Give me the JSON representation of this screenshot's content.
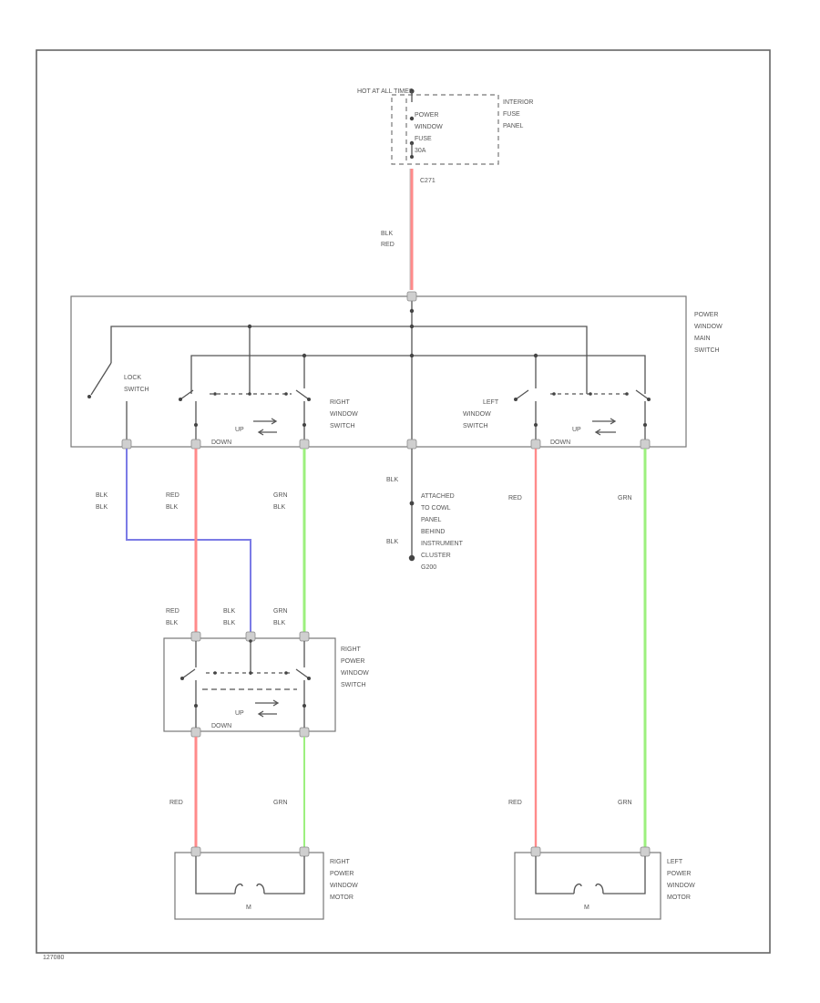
{
  "fuse_panel": {
    "header": "HOT AT ALL TIMES",
    "fuse_lines": [
      "POWER",
      "WINDOW",
      "FUSE",
      "30A"
    ],
    "panel_lines": [
      "INTERIOR",
      "FUSE",
      "PANEL"
    ],
    "terminal_id": "C271"
  },
  "feed_wire": {
    "lines": [
      "BLK",
      "RED"
    ]
  },
  "master_switch": {
    "name_lines": [
      "POWER",
      "WINDOW",
      "MAIN",
      "SWITCH"
    ],
    "lock_switch_lines": [
      "LOCK",
      "SWITCH"
    ],
    "right_label_lines": [
      "RIGHT",
      "WINDOW",
      "SWITCH"
    ],
    "left_label_lines": [
      "LEFT",
      "WINDOW",
      "SWITCH"
    ],
    "up": "UP",
    "down": "DOWN"
  },
  "wires": {
    "lock_blk": [
      "BLK",
      "BLK"
    ],
    "right_red": [
      "RED",
      "BLK"
    ],
    "right_grn": [
      "GRN",
      "BLK"
    ],
    "ground_top": "BLK",
    "ground_bottom": "BLK",
    "left_red": "RED",
    "left_grn": "GRN",
    "rps_red": [
      "RED",
      "BLK"
    ],
    "rps_blk": [
      "BLK",
      "BLK"
    ],
    "rps_grn": [
      "GRN",
      "BLK"
    ],
    "rm_red": "RED",
    "rm_grn": "GRN",
    "lm_red": "RED",
    "lm_grn": "GRN"
  },
  "ground": {
    "lines": [
      "ATTACHED",
      "TO COWL",
      "PANEL",
      "BEHIND",
      "INSTRUMENT",
      "CLUSTER",
      "G200"
    ]
  },
  "right_power_switch": {
    "name_lines": [
      "RIGHT",
      "POWER",
      "WINDOW",
      "SWITCH"
    ],
    "up": "UP",
    "down": "DOWN"
  },
  "right_motor": {
    "name_lines": [
      "RIGHT",
      "POWER",
      "WINDOW",
      "MOTOR"
    ],
    "symbol": "M"
  },
  "left_motor": {
    "name_lines": [
      "LEFT",
      "POWER",
      "WINDOW",
      "MOTOR"
    ],
    "symbol": "M"
  },
  "figure_id": "127080",
  "colors": {
    "wire_red": "#ff8a8a",
    "wire_green": "#9cf07e",
    "wire_blue": "#7b7be6",
    "line_gray": "#555555"
  }
}
